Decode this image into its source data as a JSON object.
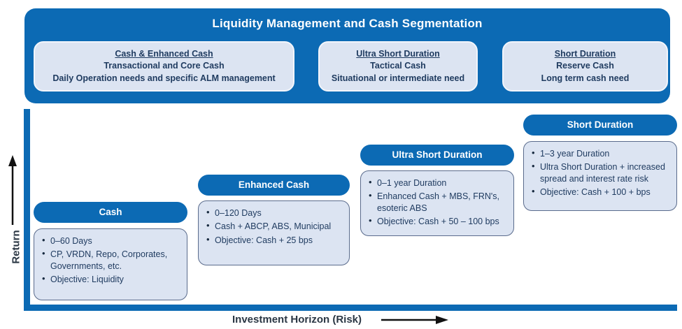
{
  "banner": {
    "title": "Liquidity Management and Cash Segmentation",
    "boxes": [
      {
        "heading": "Cash & Enhanced Cash",
        "line1": "Transactional and Core Cash",
        "line2": "Daily Operation needs and specific ALM management"
      },
      {
        "heading": "Ultra Short Duration",
        "line1": "Tactical Cash",
        "line2": "Situational or intermediate need"
      },
      {
        "heading": "Short Duration",
        "line1": "Reserve Cash",
        "line2": "Long term cash need"
      }
    ]
  },
  "chart": {
    "y_axis_label": "Return",
    "x_axis_label": "Investment Horizon (Risk)",
    "groups": [
      {
        "title": "Cash",
        "bullets": [
          "0–60 Days",
          "CP, VRDN, Repo, Corporates, Governments, etc.",
          "Objective: Liquidity"
        ]
      },
      {
        "title": "Enhanced Cash",
        "bullets": [
          "0–120 Days",
          "Cash + ABCP, ABS, Municipal",
          "Objective: Cash + 25 bps"
        ]
      },
      {
        "title": "Ultra Short Duration",
        "bullets": [
          "0–1 year Duration",
          "Enhanced Cash + MBS, FRN's, esoteric ABS",
          "Objective: Cash + 50 – 100 bps"
        ]
      },
      {
        "title": "Short Duration",
        "bullets": [
          "1–3 year Duration",
          "Ultra Short Duration + increased spread and interest rate risk",
          "Objective: Cash + 100 + bps"
        ]
      }
    ]
  },
  "colors": {
    "primary_blue": "#0c6ab4",
    "light_box_fill": "#dce4f2",
    "card_border": "#5a6b8c",
    "text_navy": "#1e3a5f",
    "axis_label_color": "#2b3744",
    "banner_text": "#ffffff"
  }
}
